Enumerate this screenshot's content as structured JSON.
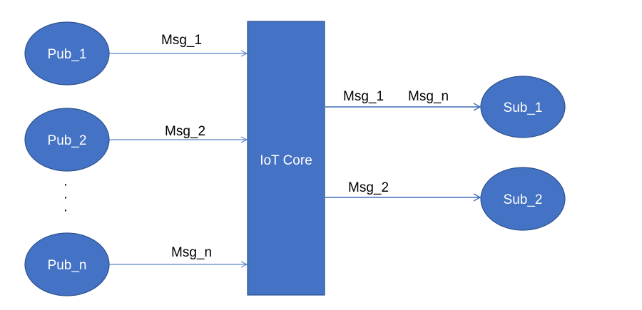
{
  "publishers": {
    "pub_1": "Pub_1",
    "pub_2": "Pub_2",
    "pub_n": "Pub_n",
    "ellipsis": "·"
  },
  "broker": {
    "label": "IoT Core"
  },
  "subscribers": {
    "sub_1": "Sub_1",
    "sub_2": "Sub_2"
  },
  "messages": {
    "pub_1_msg": "Msg_1",
    "pub_2_msg": "Msg_2",
    "pub_n_msg": "Msg_n",
    "sub_1_msg_a": "Msg_1",
    "sub_1_msg_b": "Msg_n",
    "sub_2_msg": "Msg_2"
  },
  "colors": {
    "node_fill": "#4472c4",
    "node_stroke": "#2f528f",
    "arrow": "#5b85cc"
  }
}
